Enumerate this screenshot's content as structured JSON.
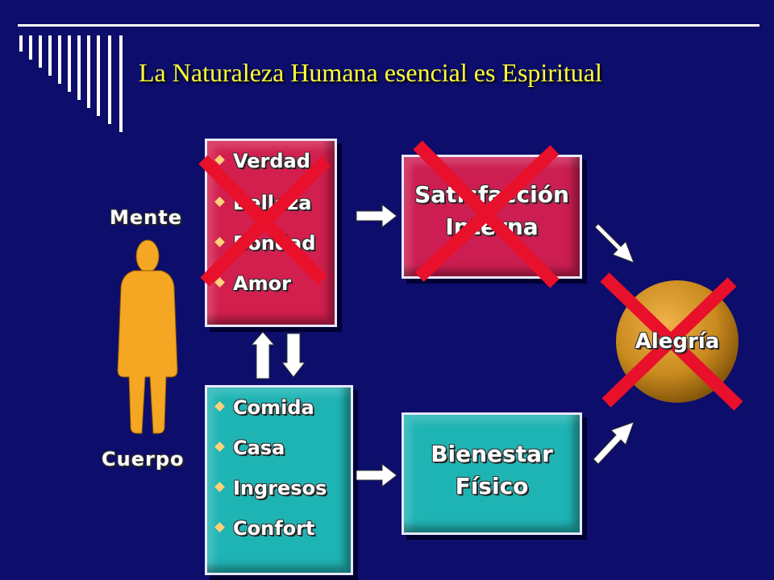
{
  "title": "La Naturaleza Humana esencial es Espiritual",
  "labels": {
    "mind": "Mente",
    "body": "Cuerpo"
  },
  "spiritual_values": [
    "Verdad",
    "Belleza",
    "Bondad",
    "Amor"
  ],
  "material_items": [
    "Comida",
    "Casa",
    "Ingresos",
    "Confort"
  ],
  "inner_satisfaction": [
    "Satisfacción",
    "Interna"
  ],
  "physical_wellbeing": [
    "Bienestar",
    "Físico"
  ],
  "joy": "Alegría",
  "colors": {
    "background": "#0d0d6b",
    "title": "#ffff33",
    "spiritual_box": "#d21f4e",
    "material_box": "#1fb4b4",
    "joy_circle": "#c98a1e",
    "cross": "#e8102a",
    "figure": "#f5a623"
  },
  "icons": {
    "figure": "person-silhouette-icon",
    "cross": "red-x-icon",
    "bullet": "diamond-bullet-icon",
    "arrow": "arrow-icon"
  }
}
